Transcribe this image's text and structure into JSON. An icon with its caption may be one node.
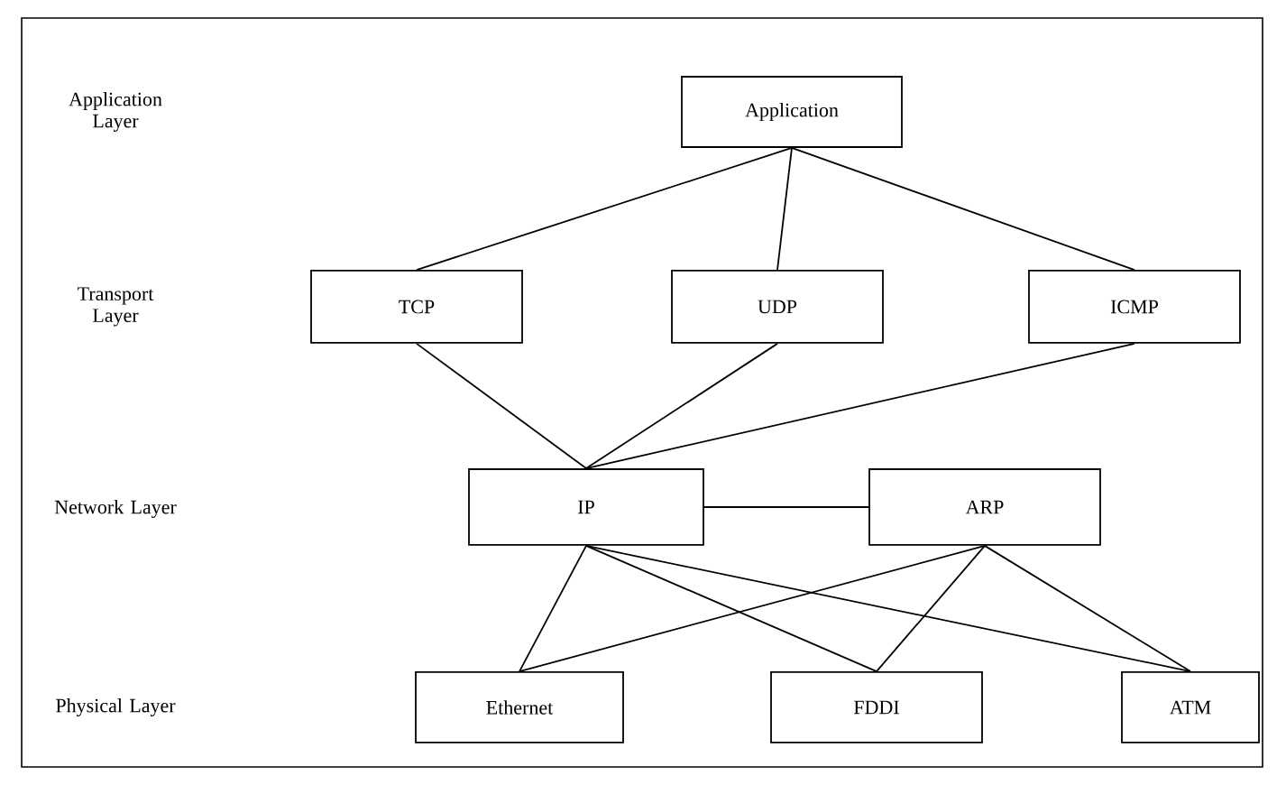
{
  "diagram": {
    "nodes": [
      {
        "text": [
          "Application"
        ]
      },
      {
        "text": [
          "TCP"
        ]
      },
      {
        "text": [
          "UDP"
        ]
      },
      {
        "text": [
          "ICMP"
        ]
      },
      {
        "text": [
          "IP"
        ]
      },
      {
        "text": [
          "ARP"
        ]
      },
      {
        "text": [
          "Ethernet"
        ]
      },
      {
        "text": [
          "FDDI"
        ]
      },
      {
        "text": [
          "ATM"
        ]
      }
    ],
    "edges": [
      {
        "from": 0,
        "to": 1,
        "arrow": "none"
      },
      {
        "from": 0,
        "to": 2,
        "arrow": "none"
      },
      {
        "from": 0,
        "to": 3,
        "arrow": "none"
      },
      {
        "from": 1,
        "to": 4,
        "arrow": "none"
      },
      {
        "from": 2,
        "to": 4,
        "arrow": "none"
      },
      {
        "from": 3,
        "to": 4,
        "arrow": "none"
      },
      {
        "from": 4,
        "to": 5,
        "arrow": "none"
      },
      {
        "from": 4,
        "to": 6,
        "arrow": "none"
      },
      {
        "from": 4,
        "to": 7,
        "arrow": "none"
      },
      {
        "from": 4,
        "to": 8,
        "arrow": "none"
      },
      {
        "from": 5,
        "to": 6,
        "arrow": "none"
      },
      {
        "from": 5,
        "to": 7,
        "arrow": "none"
      },
      {
        "from": 5,
        "to": 8,
        "arrow": "none"
      }
    ],
    "labels": [
      "Application Layer",
      "Transport Layer",
      "Network Layer",
      "Physical Layer"
    ]
  }
}
